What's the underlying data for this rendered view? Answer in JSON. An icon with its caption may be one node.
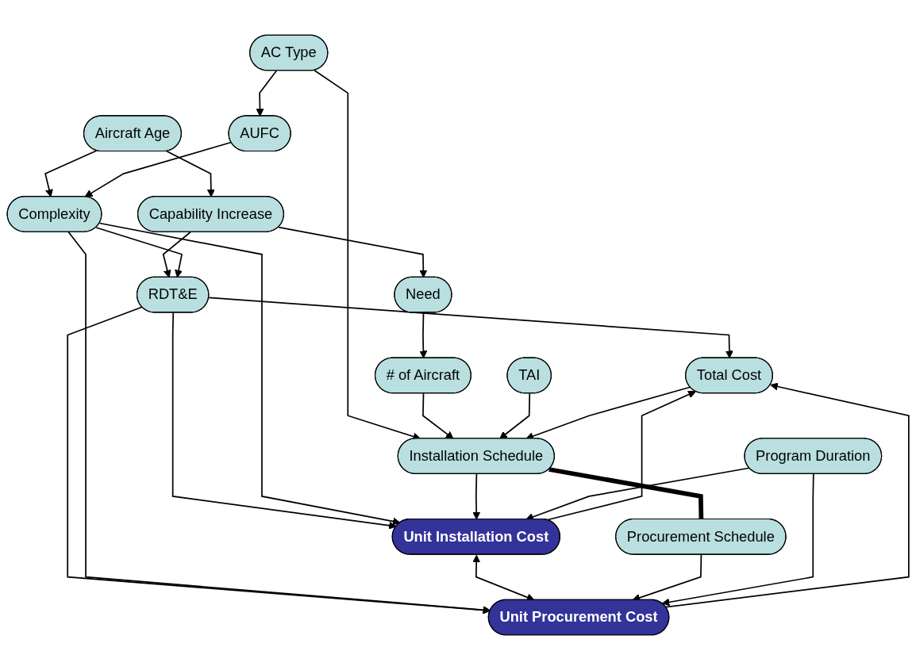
{
  "diagram": {
    "nodes": [
      {
        "text": [
          "Aircraft Age"
        ]
      },
      {
        "text": [
          "AUFC"
        ]
      },
      {
        "text": [
          "AC Type"
        ]
      },
      {
        "text": [
          "Capability Increase"
        ]
      },
      {
        "text": [
          "RDT&E"
        ]
      },
      {
        "text": [
          "Complexity"
        ]
      },
      {
        "text": [
          "Need"
        ]
      },
      {
        "text": [
          "Total Cost"
        ]
      },
      {
        "text": [
          "TAI"
        ]
      },
      {
        "text": [
          "# of Aircraft"
        ]
      },
      {
        "text": [
          "Unit Installation Cost"
        ]
      },
      {
        "text": [
          "Unit Procurement Cost"
        ]
      },
      {
        "text": [
          "Installation Schedule"
        ]
      },
      {
        "text": [
          "Procurement Schedule"
        ]
      },
      {
        "text": [
          "Program Duration"
        ]
      }
    ],
    "edges": [
      {
        "from": 2,
        "to": 1,
        "arrow": "to"
      },
      {
        "from": 0,
        "to": 3,
        "arrow": "to"
      },
      {
        "from": 0,
        "to": 5,
        "arrow": "to"
      },
      {
        "from": 1,
        "to": 5,
        "arrow": "to"
      },
      {
        "from": 3,
        "to": 4,
        "arrow": "to"
      },
      {
        "from": 5,
        "to": 4,
        "arrow": "to"
      },
      {
        "from": 3,
        "to": 6,
        "arrow": "to"
      },
      {
        "from": 4,
        "to": 7,
        "arrow": "to"
      },
      {
        "from": 4,
        "to": 10,
        "arrow": "to"
      },
      {
        "from": 4,
        "to": 11,
        "arrow": "to"
      },
      {
        "from": 5,
        "to": 10,
        "arrow": "to"
      },
      {
        "from": 5,
        "to": 11,
        "arrow": "to"
      },
      {
        "from": 2,
        "to": 12,
        "arrow": "to"
      },
      {
        "from": 6,
        "to": 9,
        "arrow": "to"
      },
      {
        "from": 9,
        "to": 12,
        "arrow": "to"
      },
      {
        "from": 8,
        "to": 12,
        "arrow": "to"
      },
      {
        "from": 7,
        "to": 12,
        "arrow": "to"
      },
      {
        "from": 10,
        "to": 7,
        "arrow": "to"
      },
      {
        "from": 11,
        "to": 7,
        "arrow": "to"
      },
      {
        "from": 10,
        "to": 11,
        "arrow": "both"
      },
      {
        "from": 12,
        "to": 10,
        "arrow": "to"
      },
      {
        "from": 12,
        "to": 13,
        "arrow": "none",
        "style": "thick"
      },
      {
        "from": 13,
        "to": 11,
        "arrow": "to"
      },
      {
        "from": 14,
        "to": 10,
        "arrow": "to"
      },
      {
        "from": 14,
        "to": 11,
        "arrow": "to"
      }
    ]
  }
}
